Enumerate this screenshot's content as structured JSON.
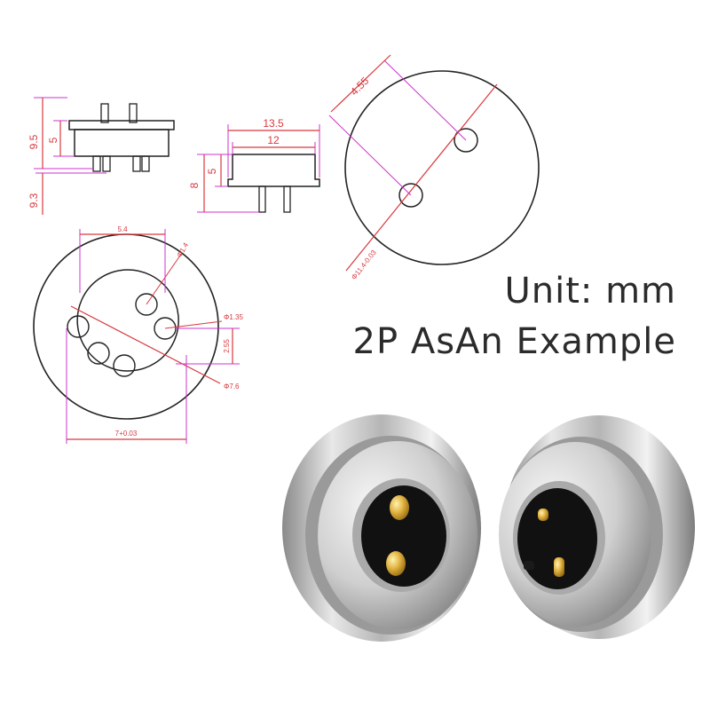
{
  "caption": {
    "unit": "Unit: mm",
    "model": "2P AsAn Example"
  },
  "dimensions": {
    "side_total_height": "9.5",
    "side_body_height": "5",
    "side_pin_length": "9.3",
    "profile_outer_width": "13.5",
    "profile_inner_width": "12",
    "profile_total_height": "8",
    "profile_body_height": "5",
    "top_pin_spacing": "4.55",
    "top_diameter": "Φ11.4-0.03",
    "front_flat_width": "5.4",
    "front_small_hole": "Φ1.4",
    "front_pin_hole": "Φ1.35",
    "front_pin_offset": "2.55",
    "front_inner_diameter": "Φ7.6",
    "front_bottom_width": "7+0.03"
  },
  "colors": {
    "dimension_line": "#d9383e",
    "extension_line": "#cc33cc",
    "outline": "#222222",
    "metal": "#c9c9c9",
    "insulator": "#111111",
    "gold_pin": "#e0b040"
  }
}
